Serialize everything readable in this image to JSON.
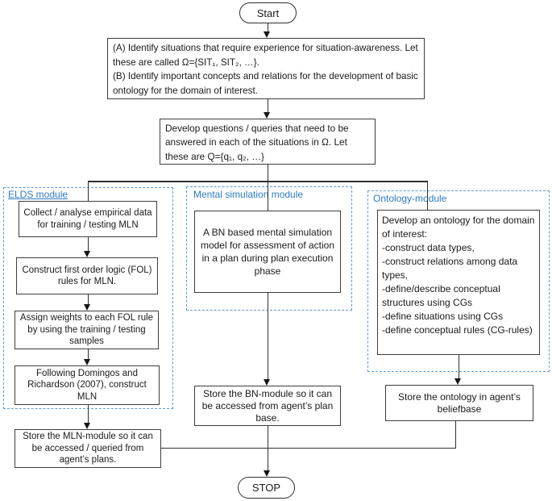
{
  "colors": {
    "module_border": "#5b9bd5",
    "module_label_text": "#2e7ac2",
    "line_color": "#2f2f2f",
    "box_border": "#3d3d3d",
    "background": "#ffffff"
  },
  "nodes": {
    "start": {
      "label": "Start"
    },
    "identify": {
      "text": "(A) Identify situations that require experience for situation-awareness. Let these are called  Ω={SIT₁, SIT₂, …}.\n(B) Identify important concepts and relations for the development of basic ontology for the domain of interest."
    },
    "questions": {
      "text": "Develop questions / queries that need to be answered in each of the situations in Ω. Let these are Q={q₁, q₂, …}"
    },
    "elds": {
      "label": "ELDS module",
      "collect": "Collect / analyse empirical data for training / testing MLN",
      "fol": "Construct first order logic (FOL) rules for MLN.",
      "weights": "Assign weights to each FOL rule by using the training / testing samples",
      "domingos": "Following Domingos and Richardson (2007), construct MLN"
    },
    "mental": {
      "label": "Mental simulation module",
      "bn": "A BN based mental simulation model for assessment of action in a plan during plan execution phase"
    },
    "ontology": {
      "label": "Ontology-module",
      "develop": "Develop an ontology for the domain of interest:\n-construct data types,\n-construct relations among data types,\n-define/describe conceptual structures using CGs\n-define situations using CGs\n-define conceptual rules (CG-rules)"
    },
    "store_mln": {
      "text": "Store the MLN-module so it can be accessed / queried from agent’s plans."
    },
    "store_bn": {
      "text": "Store the BN-module so it can be accessed from agent’s plan base."
    },
    "store_ontology": {
      "text": "Store the ontology in agent’s beliefbase"
    },
    "stop": {
      "label": "STOP"
    }
  }
}
